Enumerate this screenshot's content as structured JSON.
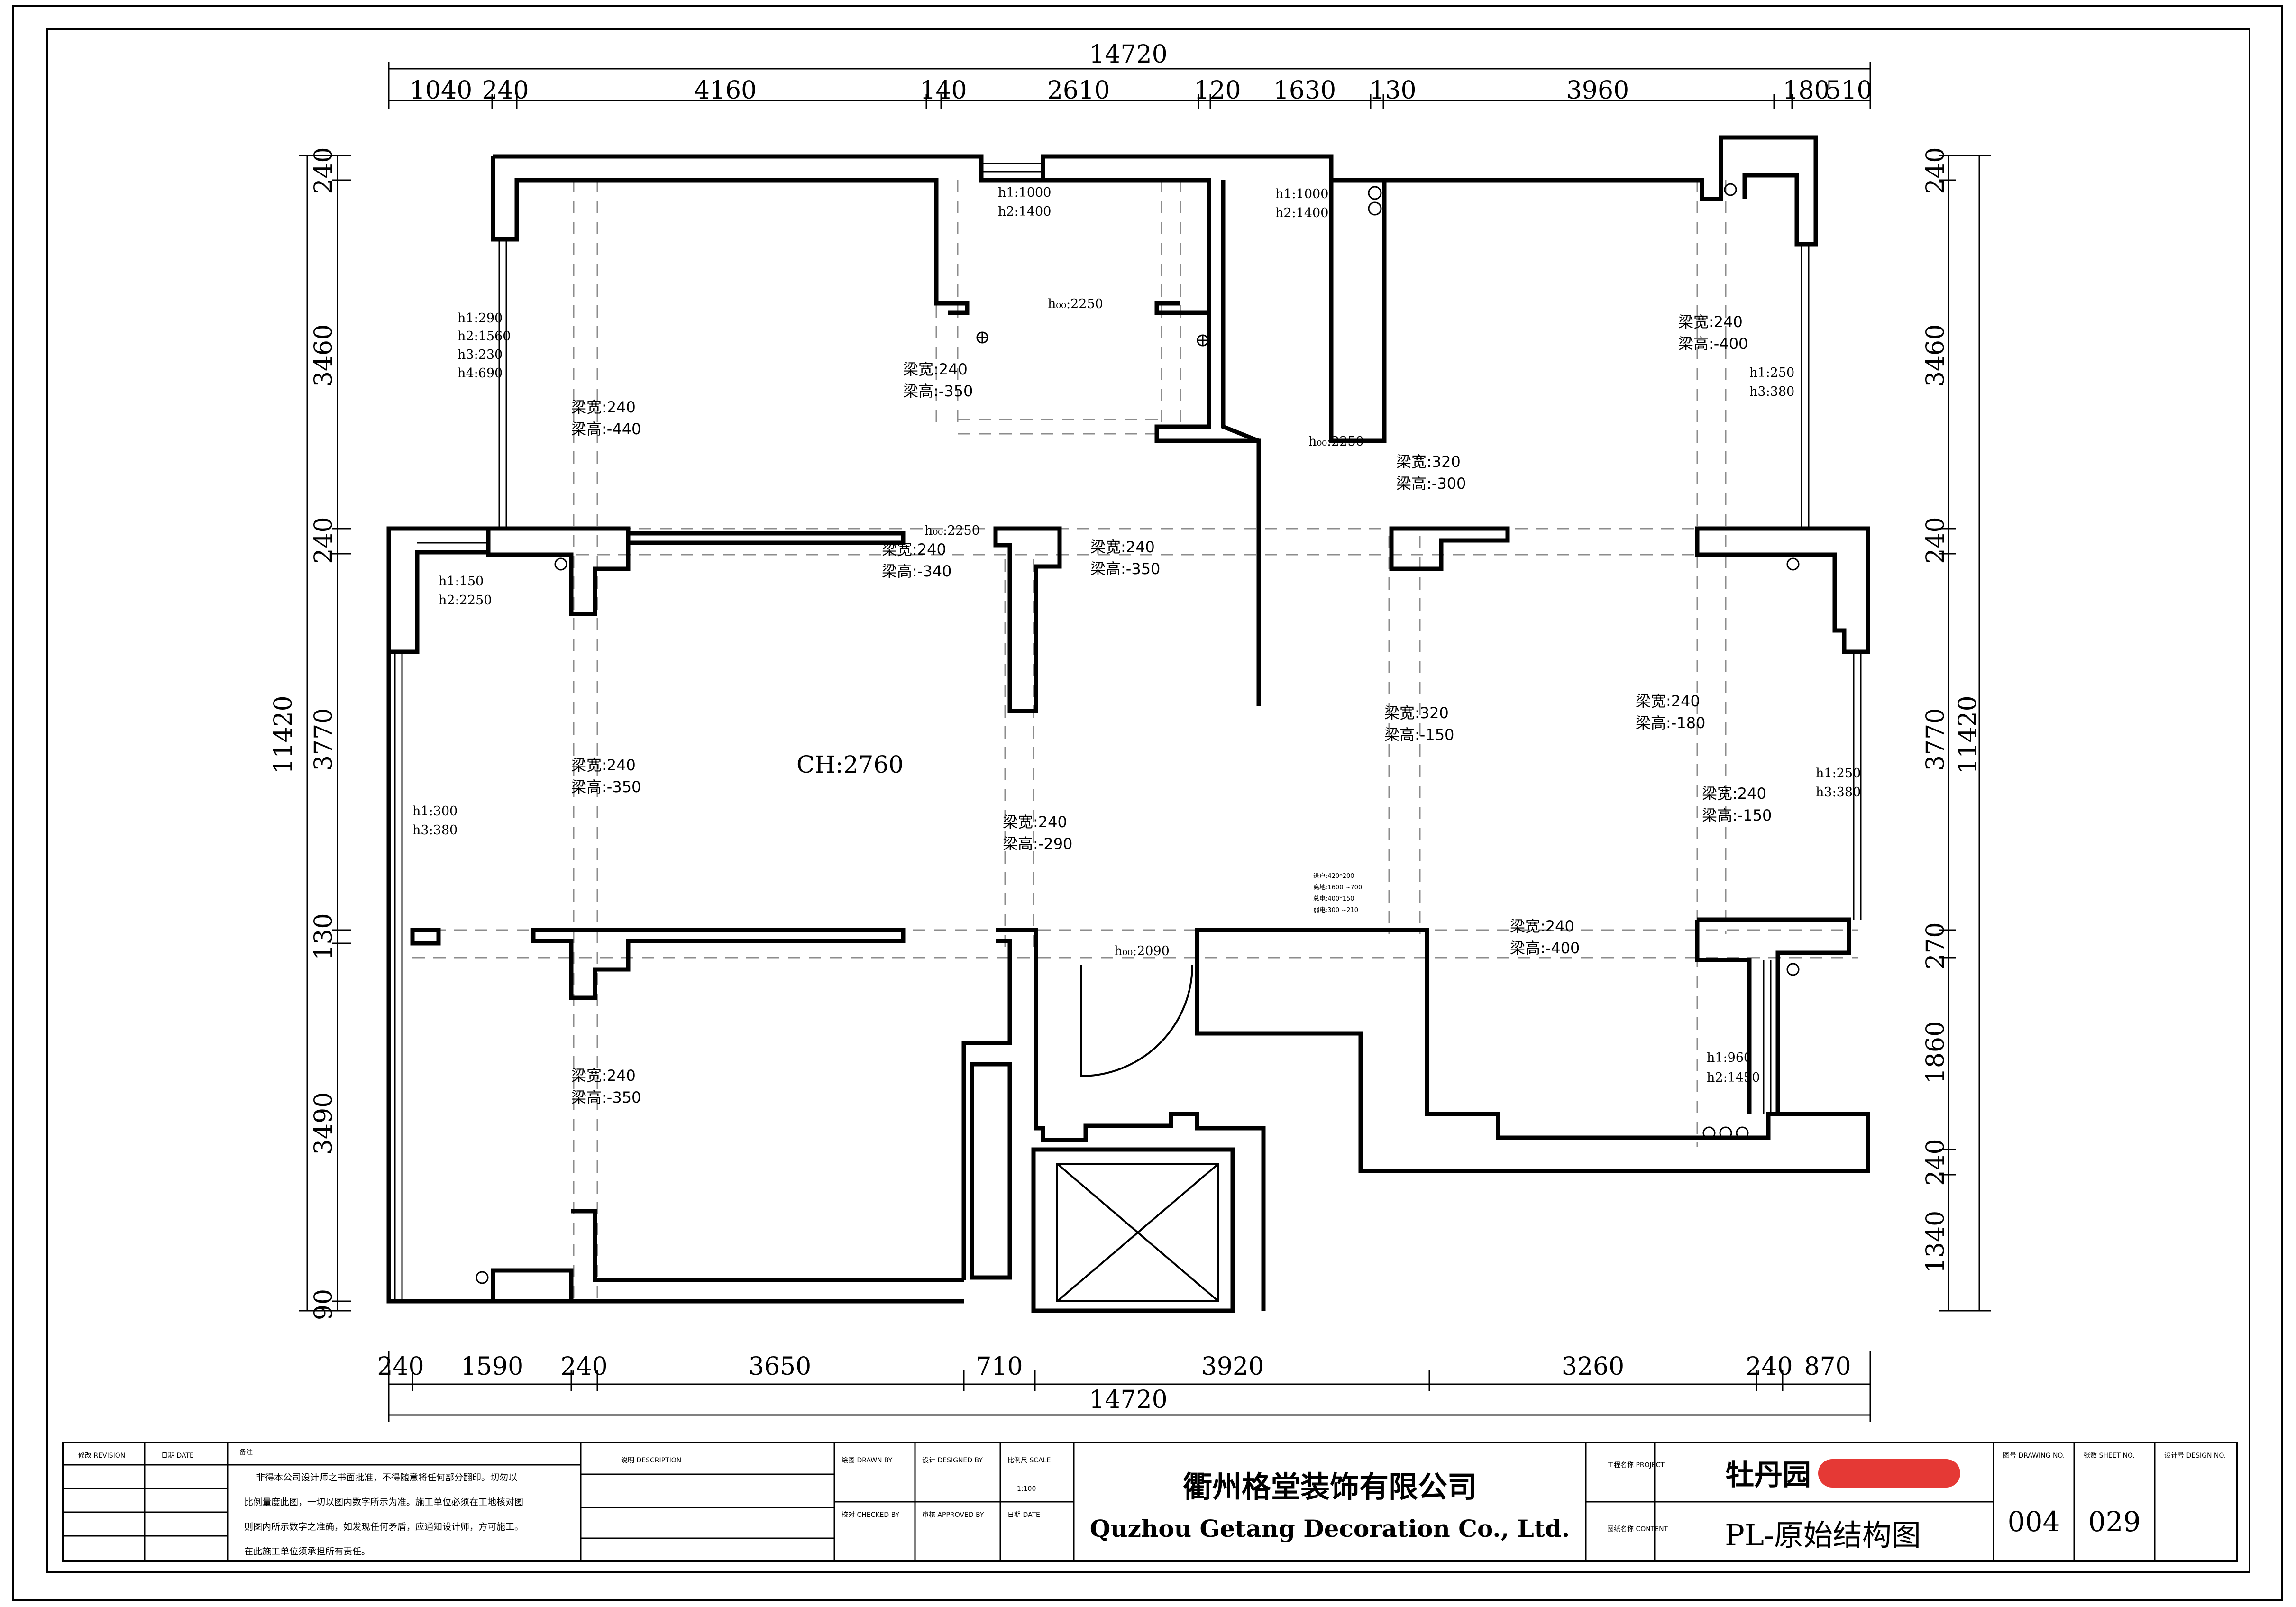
{
  "dimensions": {
    "top_total": "14720",
    "top_segments": [
      "1040",
      "240",
      "4160",
      "140",
      "2610",
      "120",
      "1630",
      "130",
      "3960",
      "180",
      "510"
    ],
    "bottom_total": "14720",
    "bottom_segments": [
      "240",
      "1590",
      "240",
      "3650",
      "710",
      "3920",
      "3260",
      "240",
      "870"
    ],
    "left_total": "11420",
    "left_segments": [
      "240",
      "3460",
      "240",
      "3770",
      "130",
      "3490",
      "90"
    ],
    "right_total": "11420",
    "right_segments": [
      "240",
      "3460",
      "240",
      "3770",
      "270",
      "1860",
      "240",
      "1340"
    ]
  },
  "beams": [
    {
      "w": "梁宽:240",
      "h": "梁高:-440"
    },
    {
      "w": "梁宽:240",
      "h": "梁高:-350"
    },
    {
      "w": "梁宽:240",
      "h": "梁高:-340"
    },
    {
      "w": "梁宽:240",
      "h": "梁高:-350"
    },
    {
      "w": "梁宽:320",
      "h": "梁高:-300"
    },
    {
      "w": "梁宽:240",
      "h": "梁高:-400"
    },
    {
      "w": "梁宽:320",
      "h": "梁高:-150"
    },
    {
      "w": "梁宽:240",
      "h": "梁高:-180"
    },
    {
      "w": "梁宽:240",
      "h": "梁高:-350"
    },
    {
      "w": "梁宽:240",
      "h": "梁高:-290"
    },
    {
      "w": "梁宽:240",
      "h": "梁高:-150"
    },
    {
      "w": "梁宽:240",
      "h": "梁高:-400"
    },
    {
      "w": "梁宽:240",
      "h": "梁高:-350"
    }
  ],
  "openings": {
    "top1": [
      "h1:1000",
      "h2:1400"
    ],
    "top2": [
      "h1:1000",
      "h2:1400"
    ],
    "left_win": [
      "h1:290",
      "h2:1560",
      "h3:230",
      "h4:690"
    ],
    "left_mid": [
      "h1:150",
      "h2:2250"
    ],
    "left_low": [
      "h1:300",
      "h3:380"
    ],
    "right_top": [
      "h1:250",
      "h3:380"
    ],
    "right_mid": [
      "h1:250",
      "h3:380"
    ],
    "right_low": [
      "h1:960",
      "h2:1450"
    ],
    "hdoor1": "h₀₀:2250",
    "hdoor2": "h₀₀:2250",
    "hdoor3": "h₀₀:2250",
    "hdoor4": "h₀₀:2090"
  },
  "ceiling_height": "CH:2760",
  "tiny_notes": [
    "进户:420*200",
    "离地:1600 ~700",
    "总电:400*150",
    "弱电:300 ~210"
  ],
  "title_block": {
    "revision": "修改 REVISION",
    "date": "日期 DATE",
    "notes_label": "备注",
    "notes": [
      "非得本公司设计师之书面批准，不得随意将任何部分翻印。切勿以",
      "比例量度此图，一切以图内数字所示为准。施工单位必须在工地核对图",
      "则图内所示数字之准确，如发现任何矛盾，应通知设计师，方可施工。",
      "在此施工单位须承担所有责任。"
    ],
    "description": "说明 DESCRIPTION",
    "drawn_by": "绘图 DRAWN BY",
    "designed_by": "设计 DESIGNED BY",
    "scale_label": "比例尺 SCALE",
    "scale": "1:100",
    "checked_by": "校对 CHECKED BY",
    "approved_by": "审核 APPROVED BY",
    "date2": "日期 DATE",
    "company_cn": "衢州格堂装饰有限公司",
    "company_en": "Quzhou Getang Decoration Co., Ltd.",
    "project_label": "工程名称 PROJECT",
    "project_name": "牡丹园",
    "drawing_label": "图纸名称 CONTENT",
    "drawing_name": "PL-原始结构图",
    "drawing_no_label": "图号 DRAWING NO.",
    "drawing_no": "004",
    "sheet_label": "张数 SHEET NO.",
    "sheet_no": "029",
    "design_label": "设计号 DESIGN NO.",
    "redact_color": "#e53935"
  }
}
